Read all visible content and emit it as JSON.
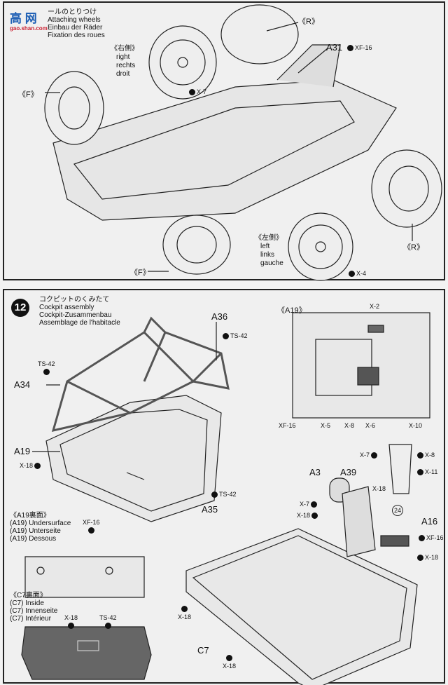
{
  "watermark": {
    "text": "高 网",
    "url_text": "gao.shan.com"
  },
  "step11": {
    "title_jp": "ールのとりつけ",
    "title_en": "Attaching wheels",
    "title_de": "Einbau der Räder",
    "title_fr": "Fixation des roues",
    "right_label": {
      "jp": "《右側》",
      "en": "right",
      "de": "rechts",
      "fr": "droit"
    },
    "left_label": {
      "jp": "《左側》",
      "en": "left",
      "de": "links",
      "fr": "gauche"
    },
    "front_marker": "《F》",
    "rear_marker": "《R》",
    "part_a31": "A31",
    "paints": {
      "xf16": "XF-16",
      "x7": "X-7",
      "x4": "X-4"
    }
  },
  "step12": {
    "number": "12",
    "title_jp": "コクピットのくみたて",
    "title_en": "Cockpit assembly",
    "title_de": "Cockpit-Zusammenbau",
    "title_fr": "Assemblage de l'habitacle",
    "parts": {
      "a36": "A36",
      "a34": "A34",
      "a19": "A19",
      "a35": "A35",
      "a3": "A3",
      "a39": "A39",
      "a16": "A16",
      "c7": "C7"
    },
    "paints": {
      "ts42": "TS-42",
      "x18": "X-18",
      "xf16": "XF-16",
      "x2": "X-2",
      "x5": "X-5",
      "x8": "X-8",
      "x6": "X-6",
      "x10": "X-10",
      "x7": "X-7",
      "x11": "X-11"
    },
    "a19_inset_title": "《A19》",
    "underside": {
      "jp": "《A19裏面》",
      "en": "(A19) Undersurface",
      "de": "(A19) Unterseite",
      "fr": "(A19) Dessous"
    },
    "inside": {
      "jp": "《C7裏面》",
      "en": "(C7) Inside",
      "de": "(C7) Innenseite",
      "fr": "(C7) Intérieur"
    },
    "ref_step": "24"
  }
}
